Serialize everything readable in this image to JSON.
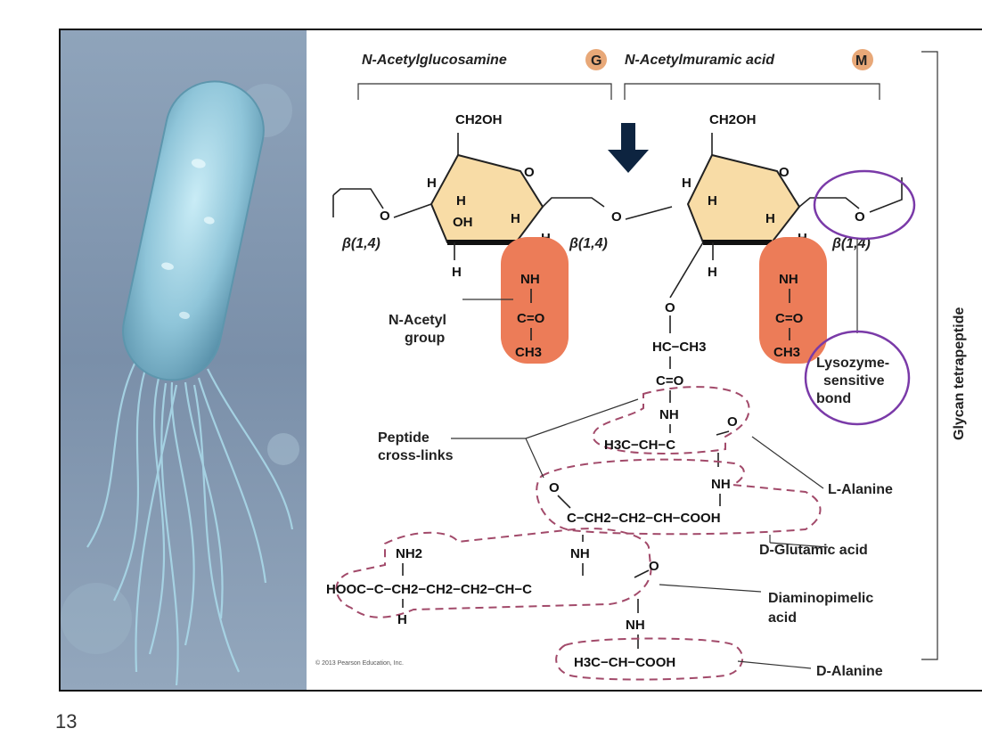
{
  "title_g": "N-Acetylglucosamine",
  "badge_g": "G",
  "title_m": "N-Acetylmuramic acid",
  "badge_m": "M",
  "beta_bond": "β(1,4)",
  "side_label": "Glycan tetrapeptide",
  "acetyl_label": [
    "N-Acetyl",
    "group"
  ],
  "crosslink_label": [
    "Peptide",
    "cross-links"
  ],
  "lysozyme_label": [
    "Lysozyme-",
    "sensitive",
    "bond"
  ],
  "residues": {
    "l_alanine": "L-Alanine",
    "d_glutamic": "D-Glutamic acid",
    "dap": [
      "Diaminopimelic",
      "acid"
    ],
    "d_alanine": "D-Alanine"
  },
  "atoms": {
    "ch2oh": "CH2OH",
    "o": "O",
    "h": "H",
    "oh": "OH",
    "nh": "NH",
    "c_eq_o": "C=O",
    "ch3": "CH3",
    "hc_ch3": "HC−CH3",
    "h3c_ch_c": "H3C−CH−C",
    "glu_chain": "C−CH2−CH2−CH−COOH",
    "nh2": "NH2",
    "dap_chain": "HOOC−C−CH2−CH2−CH2−CH−C",
    "ala_chain": "H3C−CH−COOH"
  },
  "copyright": "© 2013 Pearson Education, Inc.",
  "slide_number": "13",
  "colors": {
    "ring_fill": "#f8dca6",
    "acetyl_fill": "#ec7c58",
    "badge_fill": "#e8a878",
    "arrow": "#0d2440",
    "circle": "#7a3aa8",
    "dash": "#a24a6a",
    "panel_bg": "#7f94ad",
    "bacterium": "#9fd0e2"
  },
  "icons": {
    "arrow": "down-arrow-icon"
  }
}
